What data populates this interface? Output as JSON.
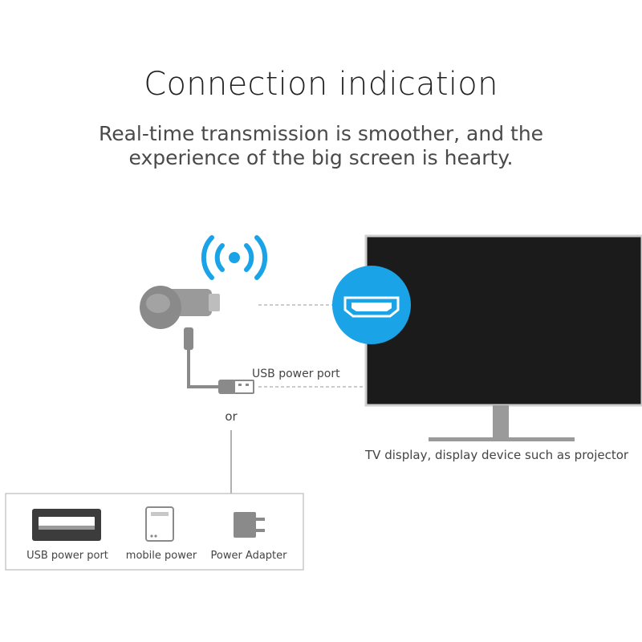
{
  "title": "Connection indication",
  "subtitle": "Real-time transmission is smoother, and the experience of the big screen is hearty.",
  "labels": {
    "usb_power_port": "USB power port",
    "or": "or",
    "tv_display": "TV display, display device such as projector"
  },
  "power_options": [
    {
      "label": "USB power port"
    },
    {
      "label": "mobile power"
    },
    {
      "label": "Power Adapter"
    }
  ],
  "icons": {
    "wifi": "wifi-signal-icon",
    "hdmi": "hdmi-port-icon",
    "dongle": "dongle-device",
    "usb_plug": "usb-plug-icon",
    "usb_port": "usb-port-icon",
    "power_bank": "power-bank-icon",
    "adapter": "power-adapter-icon",
    "tv": "tv-monitor"
  },
  "colors": {
    "accent": "#1aa3e6",
    "device_gray": "#8a8a8a",
    "tv_black": "#1b1b1b"
  }
}
